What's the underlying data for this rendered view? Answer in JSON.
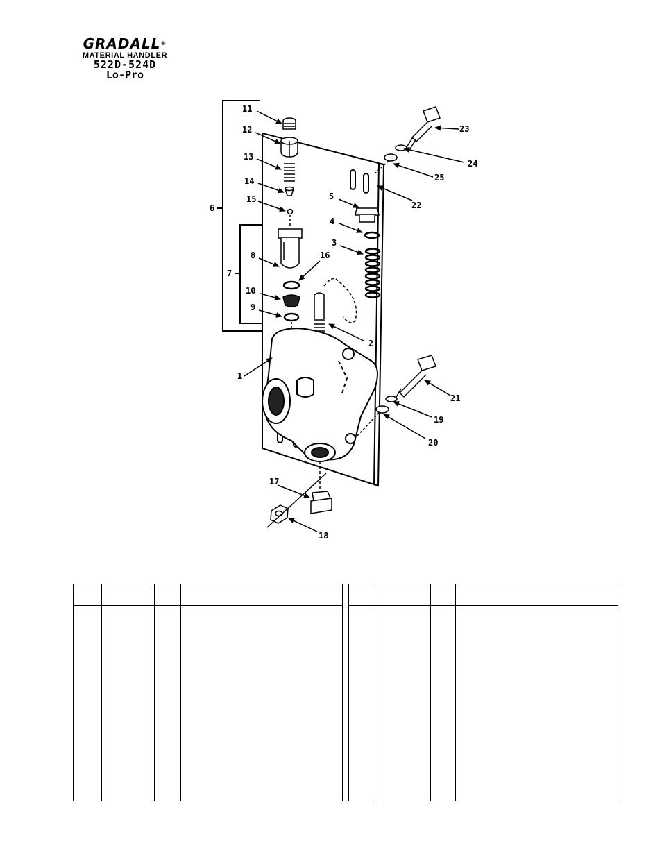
{
  "header": {
    "brand": "GRADALL",
    "registered_mark": "®",
    "product_line": "MATERIAL HANDLER",
    "model": "522D-524D",
    "variant": "Lo-Pro"
  },
  "diagram": {
    "callouts": [
      "1",
      "2",
      "3",
      "4",
      "5",
      "6",
      "7",
      "8",
      "9",
      "10",
      "11",
      "12",
      "13",
      "14",
      "15",
      "16",
      "17",
      "18",
      "19",
      "20",
      "21",
      "22",
      "23",
      "24",
      "25"
    ]
  },
  "parts_tables": [
    {
      "columns": [
        "",
        "",
        "",
        ""
      ],
      "rows": []
    },
    {
      "columns": [
        "",
        "",
        "",
        ""
      ],
      "rows": []
    }
  ]
}
